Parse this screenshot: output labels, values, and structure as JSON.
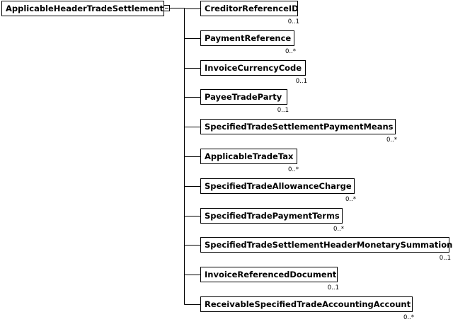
{
  "root": {
    "label": "ApplicableHeaderTradeSettlement",
    "toggle_icon": "collapse-minus-icon"
  },
  "children": [
    {
      "label": "CreditorReferenceID",
      "cardinality": "0..1"
    },
    {
      "label": "PaymentReference",
      "cardinality": "0..*"
    },
    {
      "label": "InvoiceCurrencyCode",
      "cardinality": "0..1"
    },
    {
      "label": "PayeeTradeParty",
      "cardinality": "0..1"
    },
    {
      "label": "SpecifiedTradeSettlementPaymentMeans",
      "cardinality": "0..*"
    },
    {
      "label": "ApplicableTradeTax",
      "cardinality": "0..*"
    },
    {
      "label": "SpecifiedTradeAllowanceCharge",
      "cardinality": "0..*"
    },
    {
      "label": "SpecifiedTradePaymentTerms",
      "cardinality": "0..*"
    },
    {
      "label": "SpecifiedTradeSettlementHeaderMonetarySummation",
      "cardinality": "0..1"
    },
    {
      "label": "InvoiceReferencedDocument",
      "cardinality": "0..1"
    },
    {
      "label": "ReceivableSpecifiedTradeAccountingAccount",
      "cardinality": "0..*"
    }
  ]
}
